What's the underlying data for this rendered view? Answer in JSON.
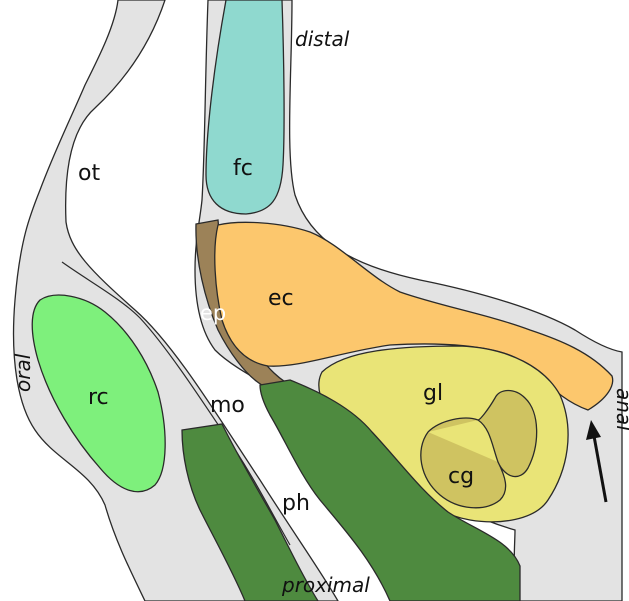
{
  "labels": {
    "distal": "distal",
    "fc": "fc",
    "ot": "ot",
    "ec": "ec",
    "ep": "ep",
    "oral": "oral",
    "rc": "rc",
    "mo": "mo",
    "gl": "gl",
    "anal": "anal",
    "cg": "cg",
    "ph": "ph",
    "proximal": "proximal"
  },
  "colors": {
    "tissue": "#e3e3e3",
    "fc": "#8fd9cf",
    "ec": "#fcc76d",
    "ep": "#9c8258",
    "rc": "#7ef07c",
    "ph": "#4e8a3f",
    "gl": "#e9e477",
    "cg": "#cfc361",
    "arrow": "#111111"
  },
  "arrow_icon": "arrow-up-icon"
}
